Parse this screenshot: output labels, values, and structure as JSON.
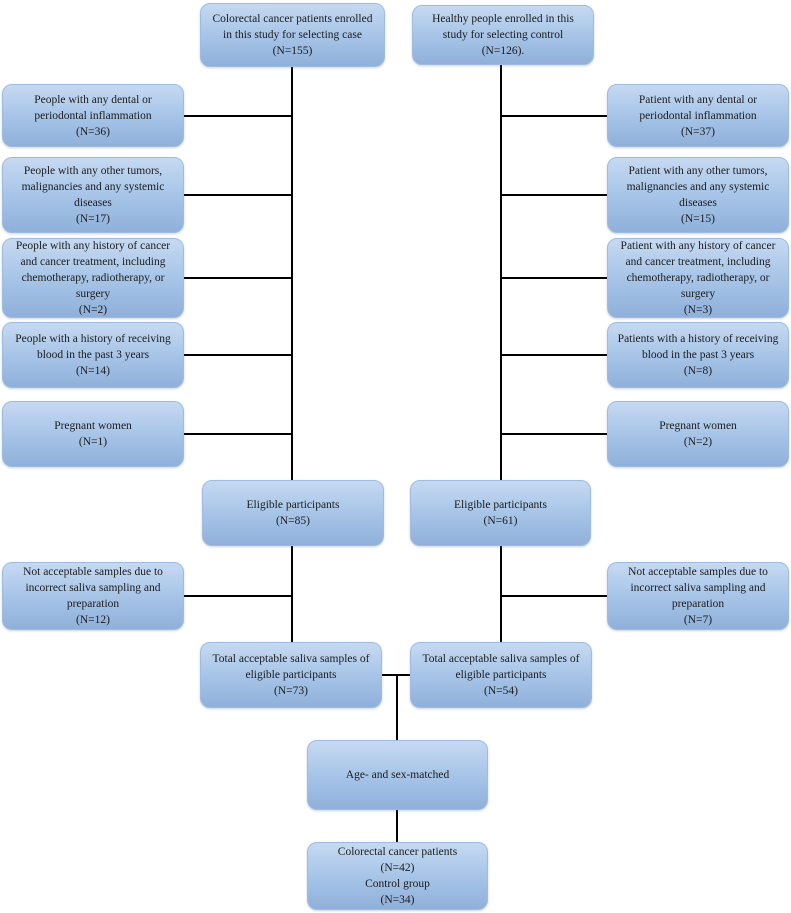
{
  "colors": {
    "box_fill_top": "#c6d9f1",
    "box_fill_mid": "#aac7e9",
    "box_fill_bottom": "#8fb0da",
    "box_border": "#9fbce0",
    "connector_line": "#000000",
    "text": "#1c1c1c",
    "background": "#ffffff"
  },
  "flow": {
    "enrolled_case": "Colorectal cancer patients enrolled\nin this study for selecting case\n(N=155)",
    "enrolled_control": "Healthy people enrolled in this\nstudy for selecting control\n(N=126).",
    "exclusions_case": [
      "People with any dental or\nperiodontal inflammation\n(N=36)",
      "People with any other tumors,\nmalignancies and any systemic\ndiseases\n(N=17)",
      "People with any history of cancer\nand cancer treatment, including\nchemotherapy, radiotherapy, or\nsurgery\n(N=2)",
      "People with a history of receiving\nblood in the past 3 years\n(N=14)",
      "Pregnant women\n(N=1)"
    ],
    "exclusions_control": [
      "Patient with any dental or\nperiodontal inflammation\n(N=37)",
      "Patient with any other tumors,\nmalignancies and any systemic\ndiseases\n(N=15)",
      "Patient with any history of cancer\nand cancer treatment, including\nchemotherapy, radiotherapy, or\nsurgery\n(N=3)",
      "Patients with a history of receiving\nblood in the past 3 years\n(N=8)",
      "Pregnant women\n(N=2)"
    ],
    "eligible_case": "Eligible participants\n(N=85)",
    "eligible_control": "Eligible participants\n(N=61)",
    "not_acceptable_case": "Not acceptable samples due to\nincorrect saliva sampling and\npreparation\n(N=12)",
    "not_acceptable_control": "Not acceptable samples due to\nincorrect saliva sampling and\npreparation\n(N=7)",
    "total_acceptable_case": "Total acceptable saliva samples of\neligible participants\n(N=73)",
    "total_acceptable_control": "Total acceptable saliva samples of\neligible participants\n(N=54)",
    "matched": "Age- and sex-matched",
    "final_groups": "Colorectal cancer patients\n(N=42)\nControl group\n(N=34)"
  }
}
